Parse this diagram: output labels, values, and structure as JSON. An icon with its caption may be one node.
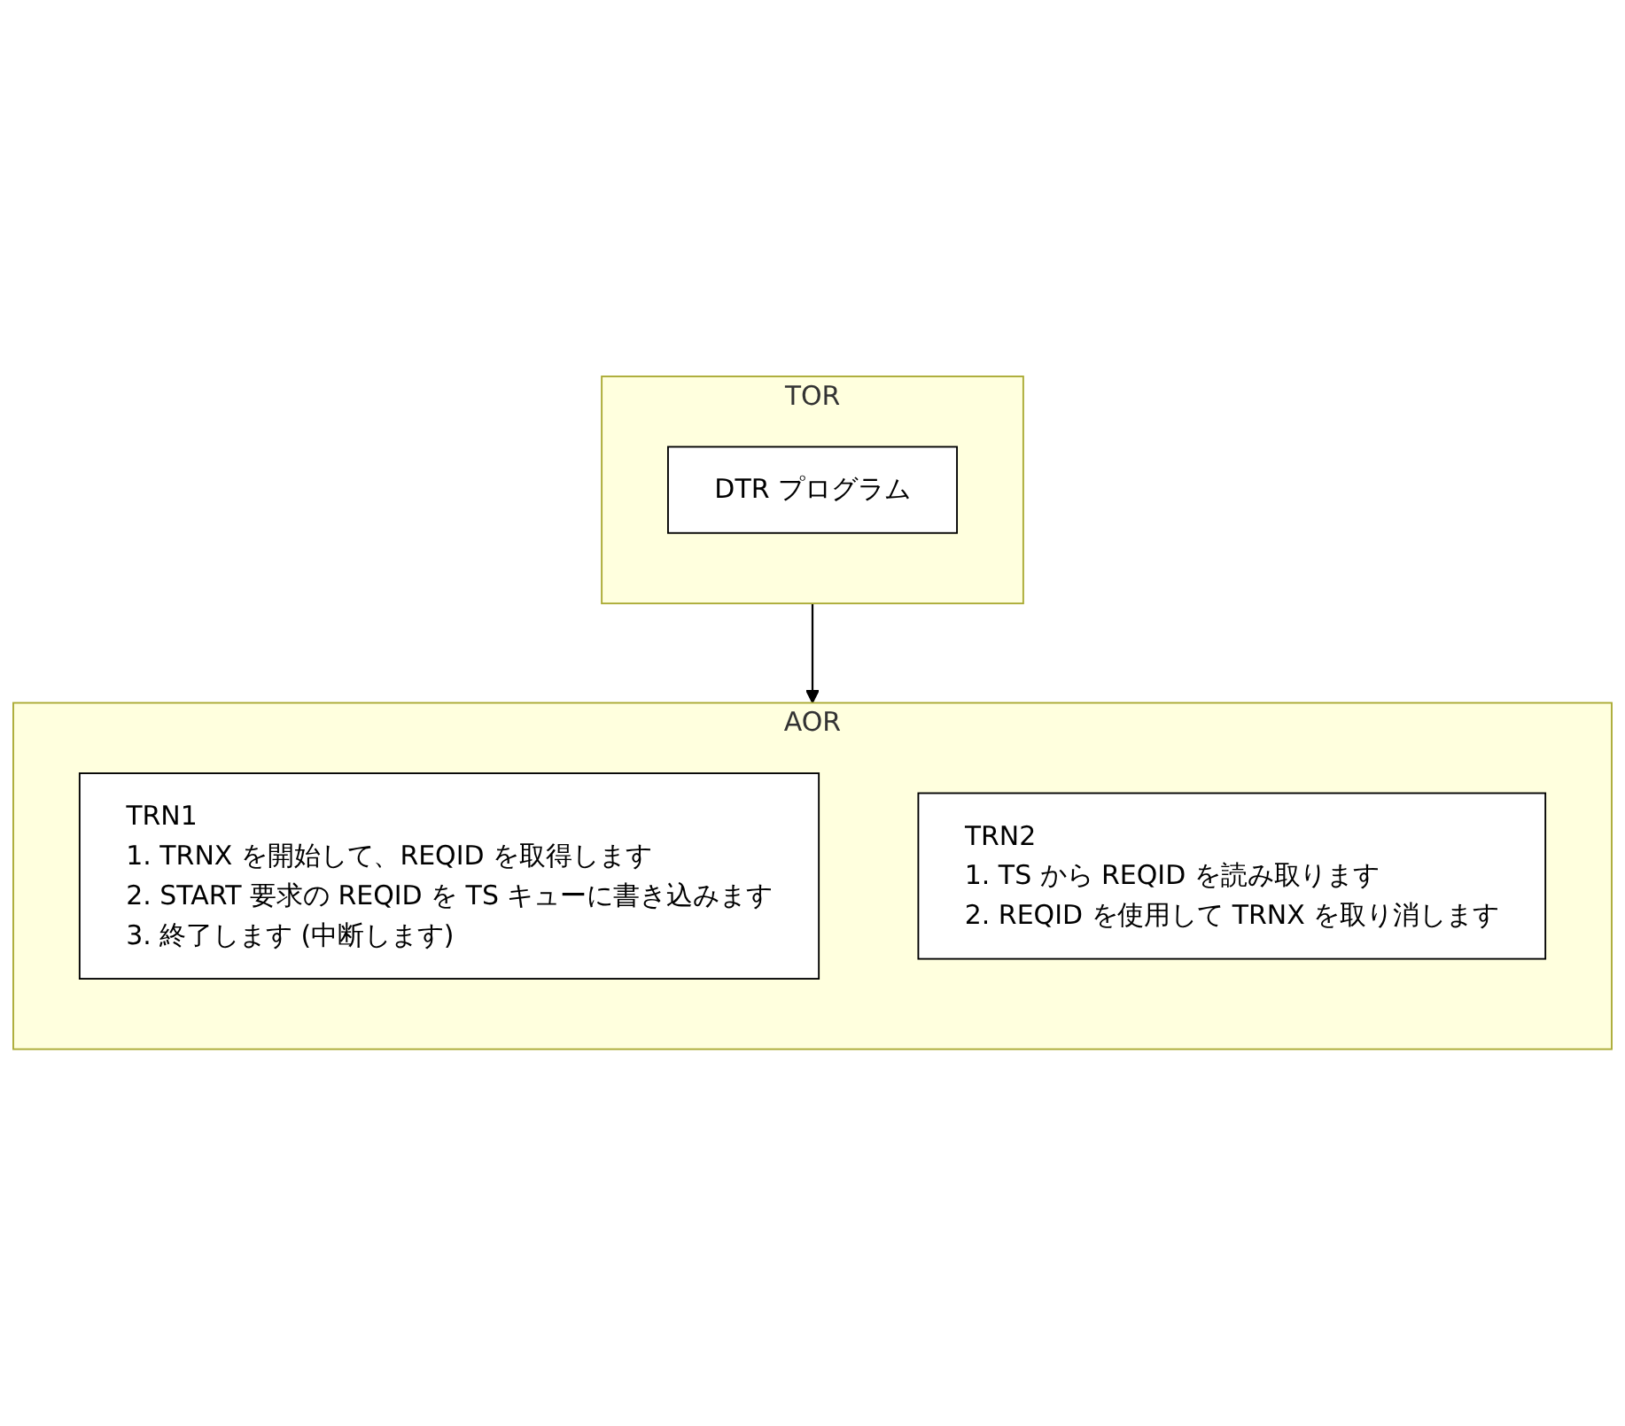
{
  "diagram": {
    "nodes": [
      {
        "text": [
          "TOR"
        ]
      },
      {
        "text": [
          "DTR プログラム"
        ],
        "in": 0
      },
      {
        "text": [
          "AOR"
        ]
      },
      {
        "text": [
          "TRN1",
          "1. TRNX を開始して、REQID を取得します",
          "2. START 要求の REQID を TS キューに書き込みます",
          "3. 終了します (中断します)"
        ],
        "in": 2
      },
      {
        "text": [
          "TRN2",
          "1. TS から REQID を読み取ります",
          "2. REQID を使用して TRNX を取り消します"
        ],
        "in": 2
      }
    ],
    "edges": [
      {
        "from": 0,
        "to": 2,
        "arrow": "to"
      }
    ]
  }
}
